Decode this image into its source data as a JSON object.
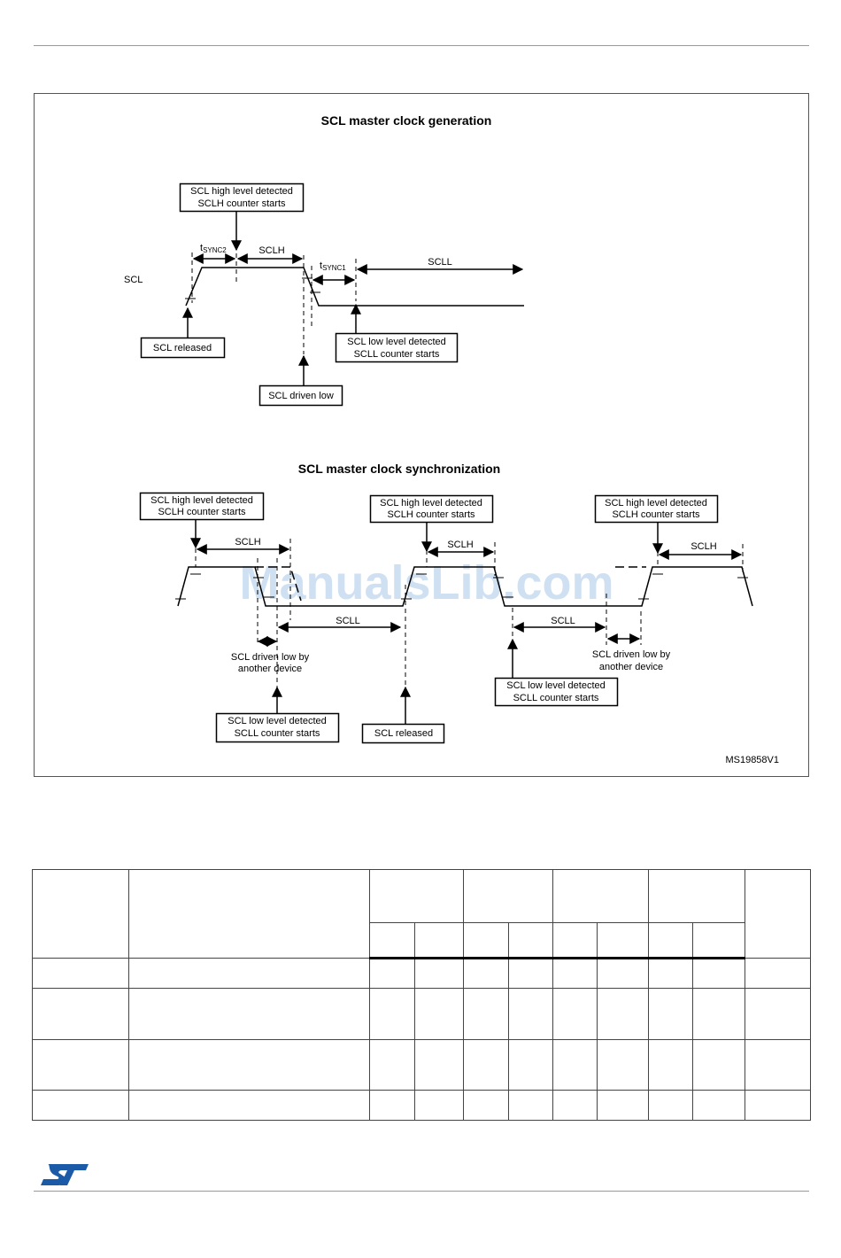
{
  "diagram": {
    "title_generation": "SCL master clock generation",
    "title_synchronization": "SCL master clock synchronization",
    "figure_id": "MS19858V1",
    "watermark": "ManualsLib.com",
    "generation": {
      "signal_label": "SCL",
      "tsync2_t": "t",
      "tsync2_sub": "SYNC2",
      "tsync1_t": "t",
      "tsync1_sub": "SYNC1",
      "sclh_label": "SCLH",
      "scll_label": "SCLL",
      "box_high": [
        "SCL high level detected",
        "SCLH counter starts"
      ],
      "box_released": "SCL released",
      "box_driven_low": "SCL driven low",
      "box_low": [
        "SCL low level detected",
        "SCLL counter starts"
      ]
    },
    "synchronization": {
      "box_high_1": [
        "SCL high level detected",
        "SCLH counter starts"
      ],
      "box_high_2": [
        "SCL high level detected",
        "SCLH counter starts"
      ],
      "box_high_3": [
        "SCL high level detected",
        "SCLH counter starts"
      ],
      "sclh_1": "SCLH",
      "sclh_2": "SCLH",
      "sclh_3": "SCLH",
      "scll_1": "SCLL",
      "scll_2": "SCLL",
      "driven_low_1": [
        "SCL driven low by",
        "another device"
      ],
      "driven_low_2": [
        "SCL driven low by",
        "another device"
      ],
      "box_low_1": [
        "SCL low level detected",
        "SCLL counter starts"
      ],
      "box_low_2": [
        "SCL low level detected",
        "SCLL counter starts"
      ],
      "box_released": "SCL released"
    }
  },
  "table": {
    "rows": 5
  },
  "logo": {
    "name": "st-logo",
    "color": "#1a5aa6"
  }
}
